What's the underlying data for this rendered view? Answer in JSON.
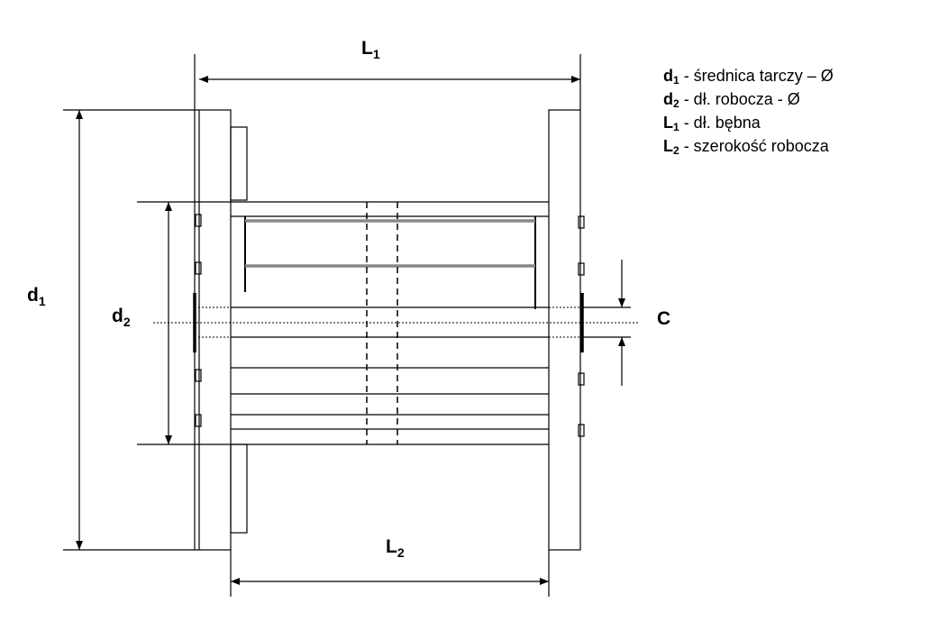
{
  "dimensions": {
    "d1": {
      "symbol": "d",
      "sub": "1"
    },
    "d2": {
      "symbol": "d",
      "sub": "2"
    },
    "L1": {
      "symbol": "L",
      "sub": "1"
    },
    "L2": {
      "symbol": "L",
      "sub": "2"
    },
    "C": {
      "symbol": "C"
    }
  },
  "legend": [
    {
      "symbol": "d",
      "sub": "1",
      "text": " - średnica tarczy – Ø"
    },
    {
      "symbol": "d",
      "sub": "2",
      "text": " - dł. robocza - Ø"
    },
    {
      "symbol": "L",
      "sub": "1",
      "text": " - dł. bębna"
    },
    {
      "symbol": "L",
      "sub": "2",
      "text": " - szerokość robocza"
    }
  ]
}
